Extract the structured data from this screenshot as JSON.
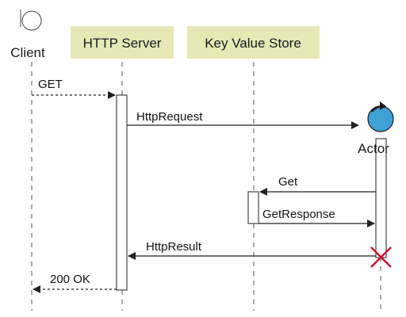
{
  "participants": {
    "client": {
      "label": "Client"
    },
    "http_server": {
      "label": "HTTP Server",
      "fill": "#e6e8b6"
    },
    "kv_store": {
      "label": "Key Value Store",
      "fill": "#e6e8b6"
    },
    "actor": {
      "label": "Actor",
      "fill": "#3fa1d6"
    }
  },
  "messages": {
    "get": "GET",
    "http_request": "HttpRequest",
    "kv_get": "Get",
    "get_response": "GetResponse",
    "http_result": "HttpResult",
    "ok": "200 OK"
  },
  "colors": {
    "destroy_mark": "#c8102e",
    "arrow": "#222222"
  },
  "icons": {
    "client": "boundary-circle-icon",
    "actor": "circle-with-arrow-icon",
    "destroy": "x-mark-icon"
  }
}
